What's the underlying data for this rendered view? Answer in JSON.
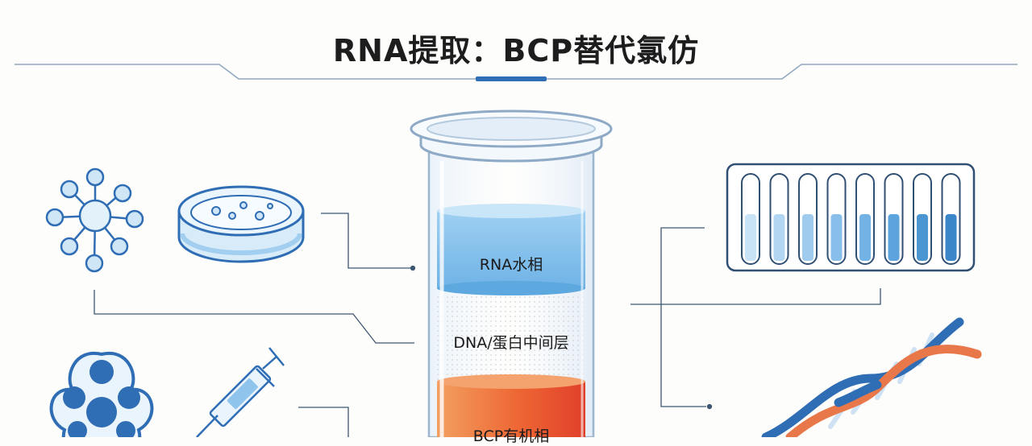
{
  "title": "RNA提取：BCP替代氯仿",
  "tube": {
    "layers": [
      {
        "label": "RNA水相"
      },
      {
        "label": "DNA/蛋白中间层"
      },
      {
        "label": "BCP有机相"
      }
    ]
  },
  "colors": {
    "accent": "#2f6db5",
    "aqueous": "#9fd0f2",
    "organic": "#ef6a3a",
    "line": "#2f4f73"
  },
  "icons": [
    "molecule-network-icon",
    "petri-dish-icon",
    "cell-cluster-icon",
    "syringe-icon",
    "test-tube-rack-icon",
    "dna-helix-icon"
  ]
}
